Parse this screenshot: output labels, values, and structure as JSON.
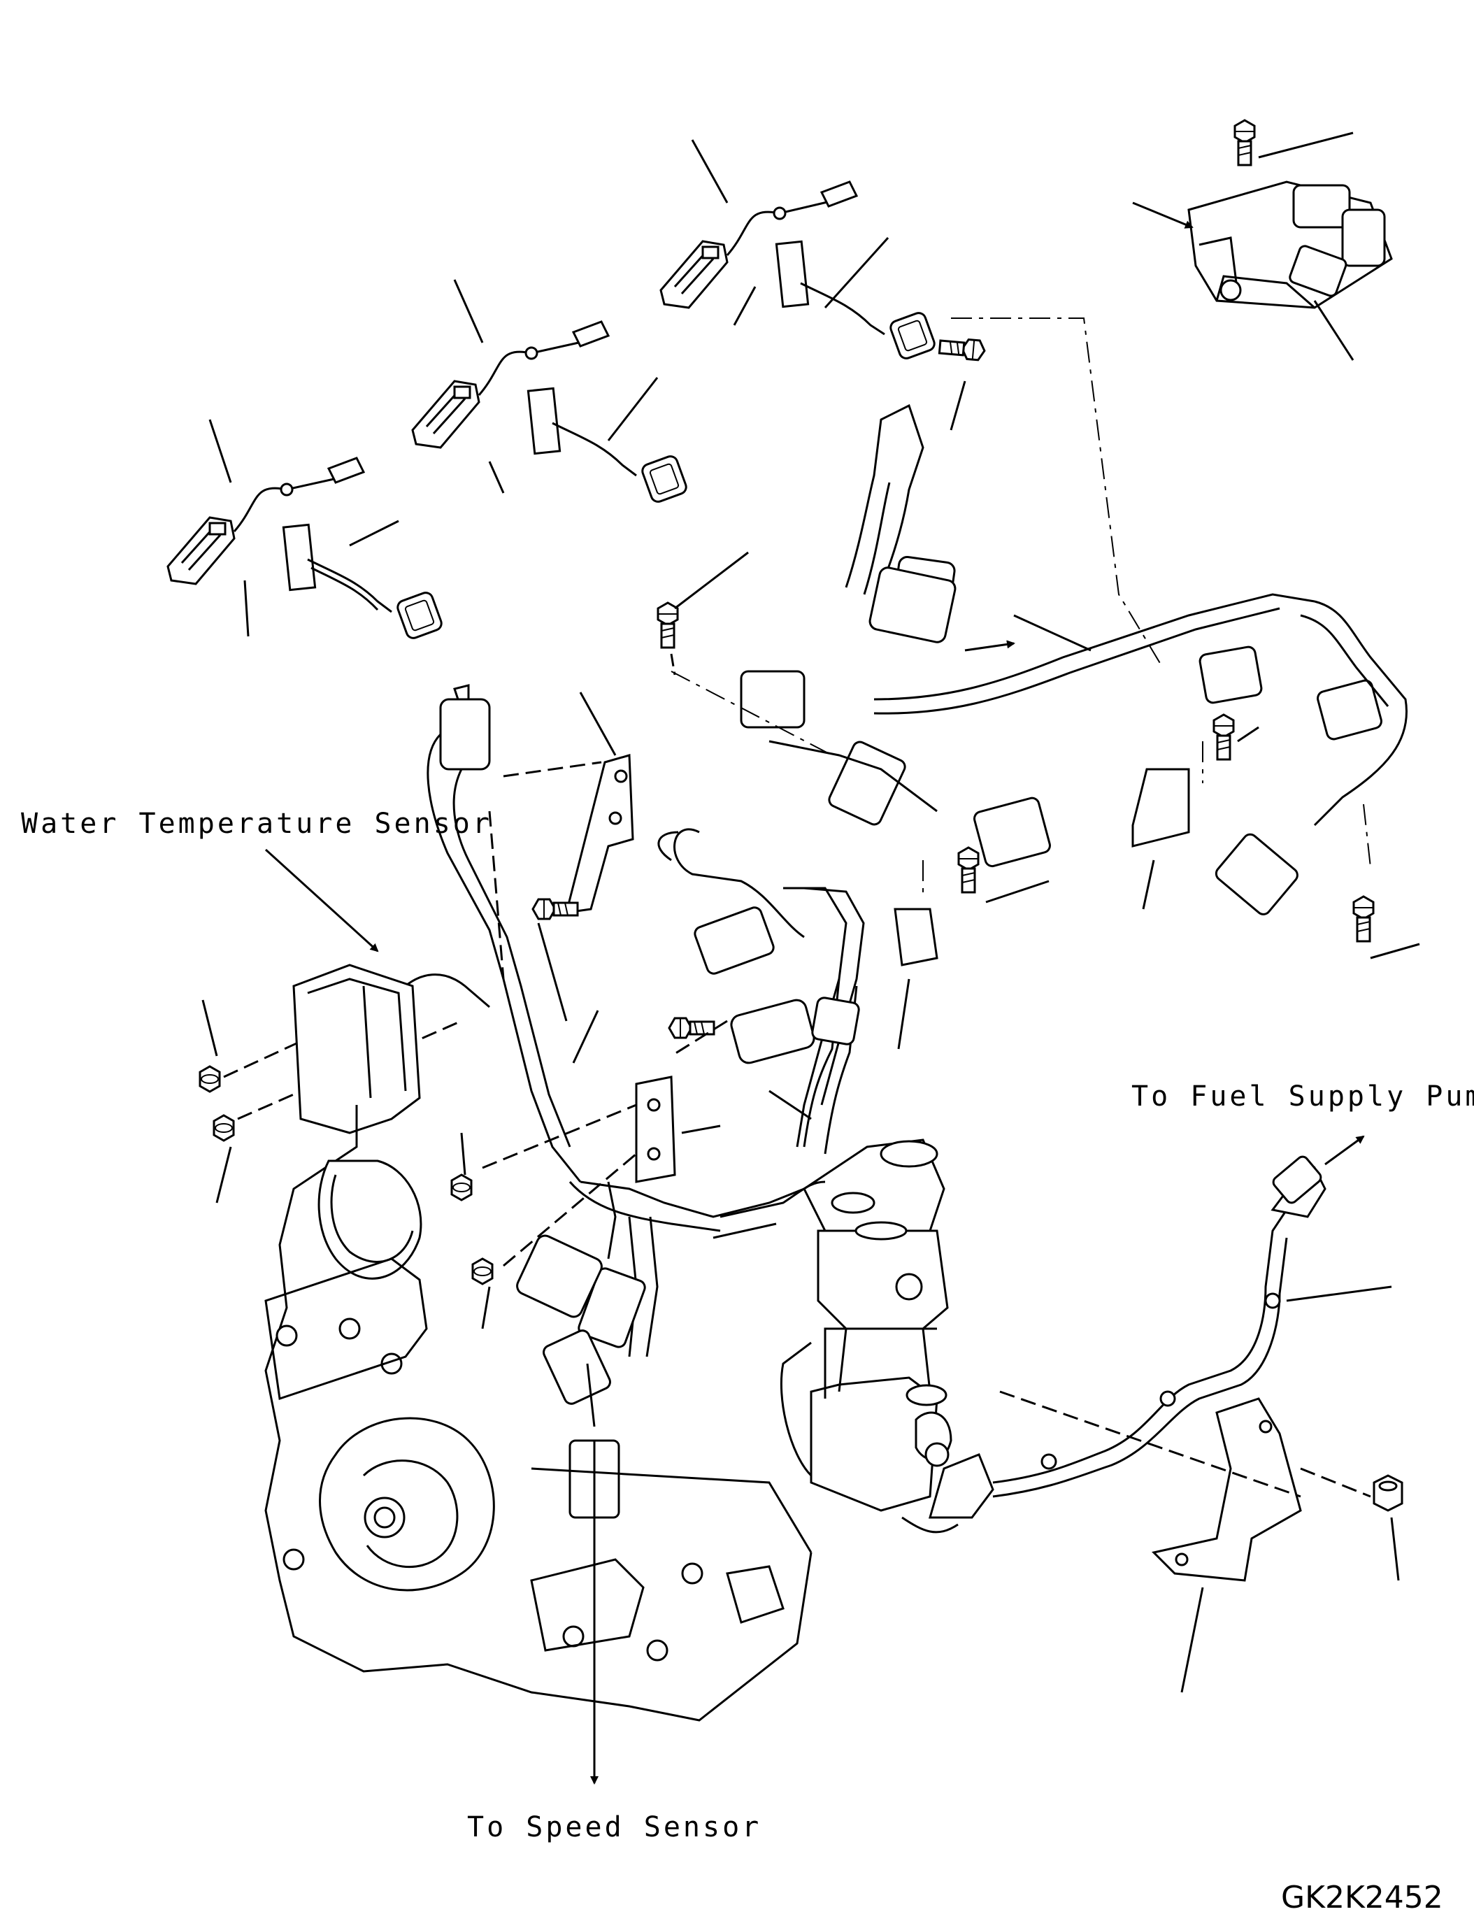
{
  "labels": {
    "water_temperature_sensor": "Water Temperature Sensor",
    "to_fuel_supply_pump": "To Fuel Supply Pump",
    "to_speed_sensor": "To Speed Sensor",
    "drawing_code": "GK2K2452"
  },
  "icons": {
    "arrow": "arrow-icon",
    "bolt": "bolt-icon",
    "nut": "nut-icon",
    "connector": "connector-icon",
    "bracket": "bracket-icon"
  }
}
